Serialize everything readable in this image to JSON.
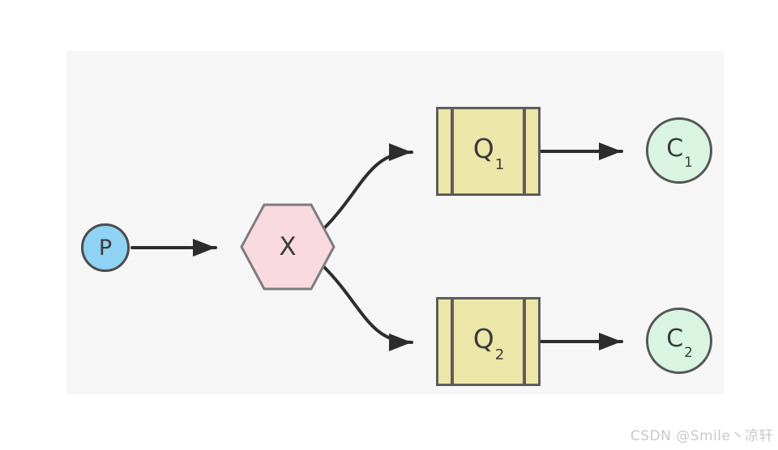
{
  "diagram": {
    "nodes": {
      "producer": {
        "label": "P"
      },
      "exchange": {
        "label": "X"
      },
      "queue1": {
        "label": "Q",
        "sub": "1"
      },
      "queue2": {
        "label": "Q",
        "sub": "2"
      },
      "consumer1": {
        "label": "C",
        "sub": "1"
      },
      "consumer2": {
        "label": "C",
        "sub": "2"
      }
    },
    "edges": [
      {
        "from": "producer",
        "to": "exchange"
      },
      {
        "from": "exchange",
        "to": "queue1"
      },
      {
        "from": "exchange",
        "to": "queue2"
      },
      {
        "from": "queue1",
        "to": "consumer1"
      },
      {
        "from": "queue2",
        "to": "consumer2"
      }
    ]
  },
  "colors": {
    "canvas_bg": "#f6f6f6",
    "producer_fill": "#8fd2f3",
    "exchange_fill": "#f9d9e0",
    "exchange_stroke": "#7d7d7d",
    "queue_fill": "#ece6a8",
    "queue_bar": "#5d5d5d",
    "consumer_fill": "#d9f5e2",
    "edge": "#2d2d2d"
  },
  "watermark": {
    "text": "CSDN @Smile丶凉轩"
  }
}
